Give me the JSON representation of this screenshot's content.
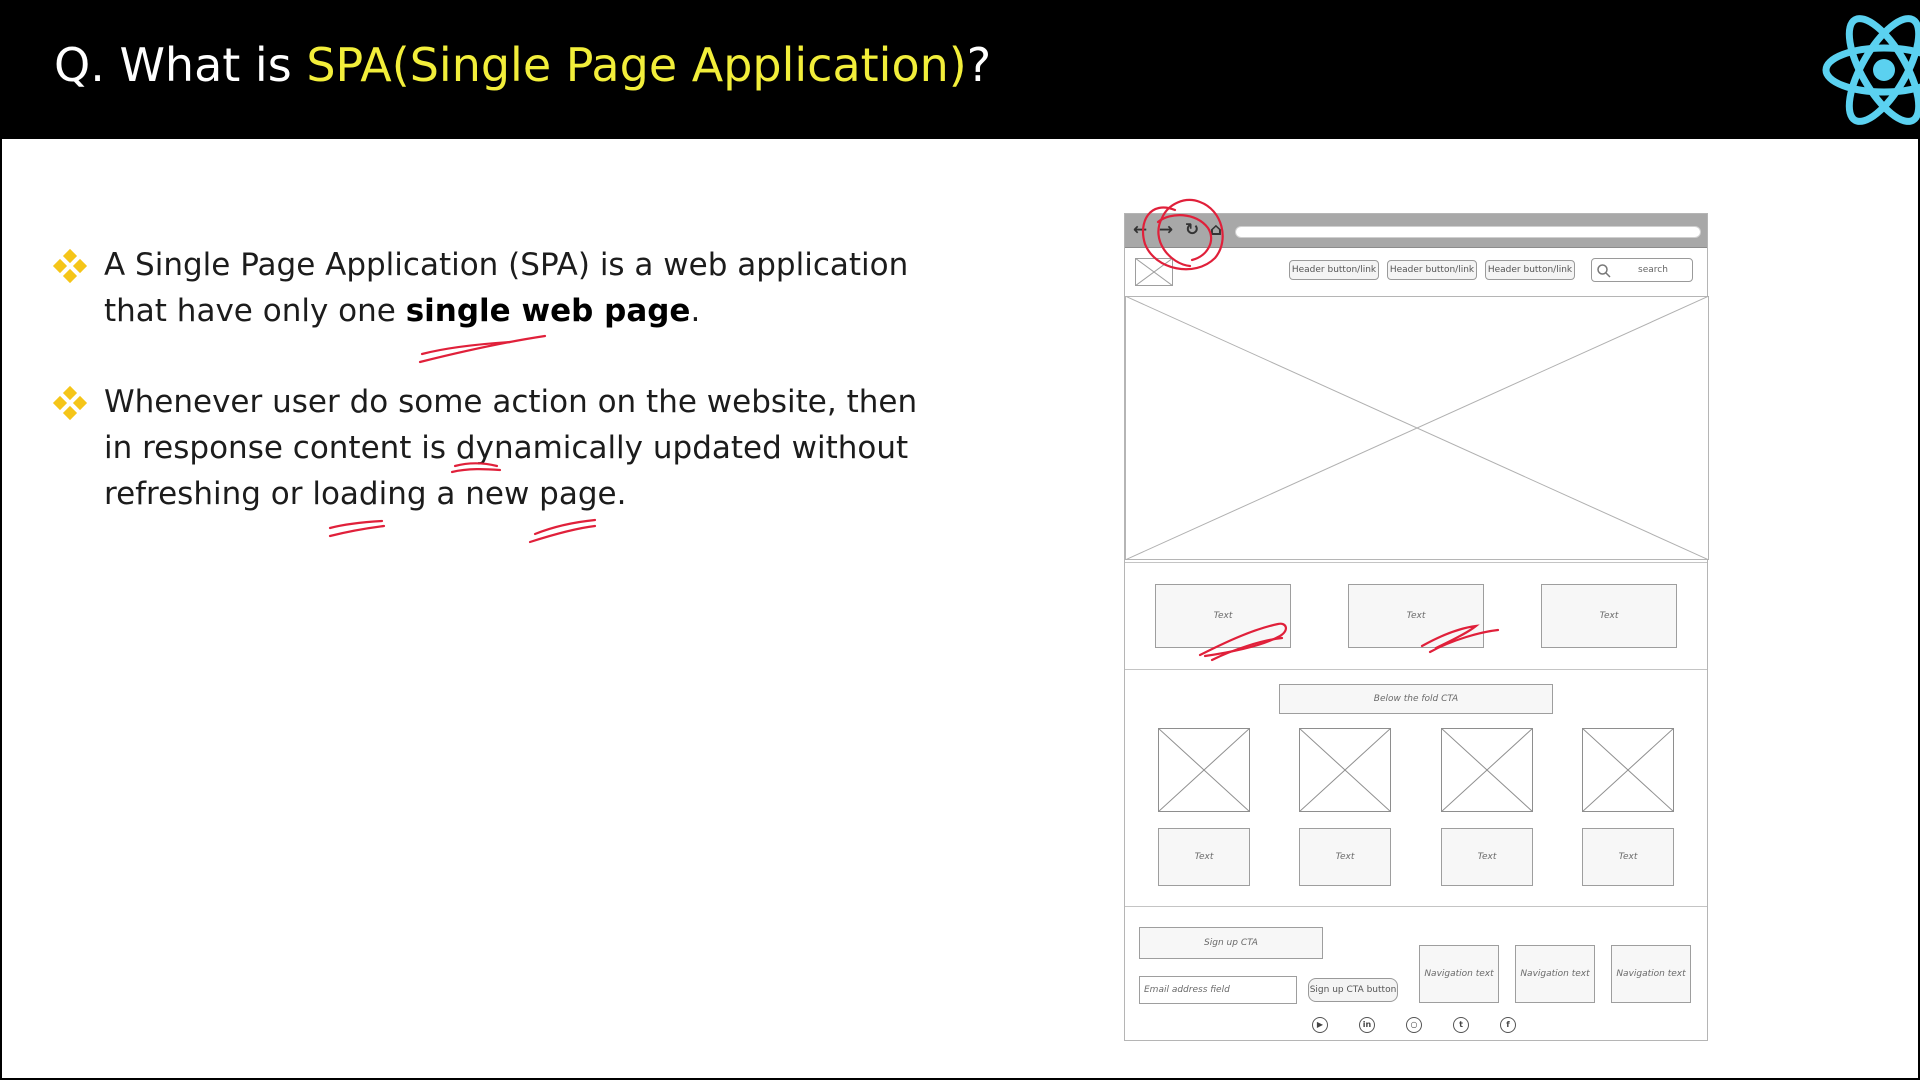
{
  "header": {
    "title_prefix": "Q. What is ",
    "title_highlight": "SPA(Single Page Application)",
    "title_suffix": "?"
  },
  "colors": {
    "header_bg": "#000000",
    "title_text": "#ffffff",
    "title_highlight": "#f2ee3a",
    "bullet_diamond": "#f5c518",
    "annotation_ink": "#e0203a",
    "react_logo": "#5bd1f0"
  },
  "icons": {
    "logo": "react-atom-icon",
    "bullet": "diamond-bullet-icon"
  },
  "bullets": [
    {
      "text_before": "A Single Page Application (SPA) is a web application that have only one ",
      "text_bold": "single web page",
      "text_after": "."
    },
    {
      "text_before": "Whenever user do some action on the website, then in response content is dynamically updated without refreshing or loading a new page."
    }
  ],
  "wireframe": {
    "header_buttons": [
      "Header button/link",
      "Header button/link",
      "Header button/link"
    ],
    "search_placeholder": "search",
    "text_boxes": [
      "Text",
      "Text",
      "Text"
    ],
    "cta_label": "Below the fold CTA",
    "grid_text": [
      "Text",
      "Text",
      "Text",
      "Text"
    ],
    "signup_cta": "Sign up CTA",
    "email_field": "Email address field",
    "signup_button": "Sign up CTA button",
    "nav_items": [
      "Navigation text",
      "Navigation text",
      "Navigation text"
    ],
    "social_icons": [
      "youtube-icon",
      "linkedin-icon",
      "instagram-icon",
      "twitter-icon",
      "facebook-icon"
    ]
  }
}
